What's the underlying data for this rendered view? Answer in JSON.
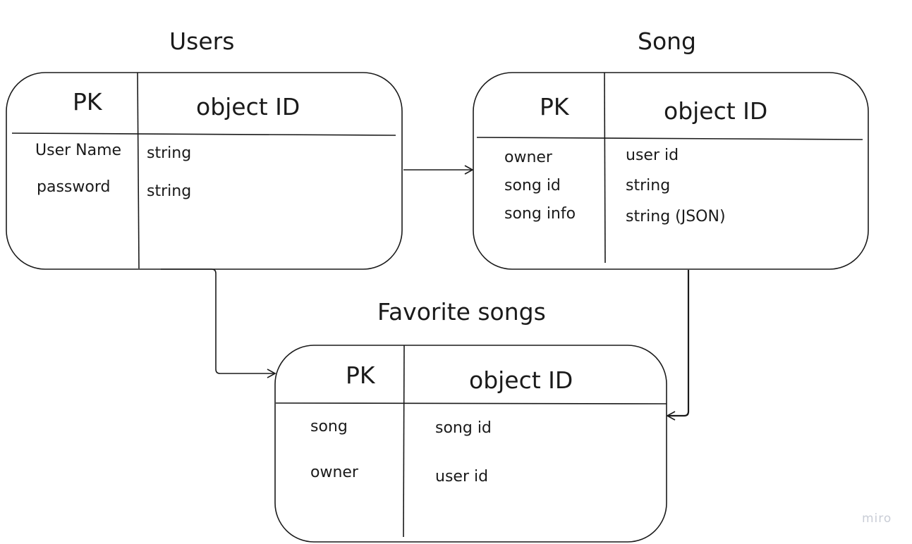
{
  "entities": [
    {
      "title": "Users",
      "pk_label": "PK",
      "pk_type": "object ID",
      "fields": [
        {
          "name": "User Name",
          "type": "string"
        },
        {
          "name": "password",
          "type": "string"
        }
      ]
    },
    {
      "title": "Song",
      "pk_label": "PK",
      "pk_type": "object ID",
      "fields": [
        {
          "name": "owner",
          "type": "user id"
        },
        {
          "name": "song id",
          "type": "string"
        },
        {
          "name": "song info",
          "type": "string (JSON)"
        }
      ]
    },
    {
      "title": "Favorite songs",
      "pk_label": "PK",
      "pk_type": "object ID",
      "fields": [
        {
          "name": "song",
          "type": "song id"
        },
        {
          "name": "owner",
          "type": "user id"
        }
      ]
    }
  ],
  "relations": [
    {
      "from": "Users",
      "to": "Song"
    },
    {
      "from": "Users",
      "to": "Favorite songs"
    },
    {
      "from": "Song",
      "to": "Favorite songs"
    }
  ],
  "watermark": "miro"
}
